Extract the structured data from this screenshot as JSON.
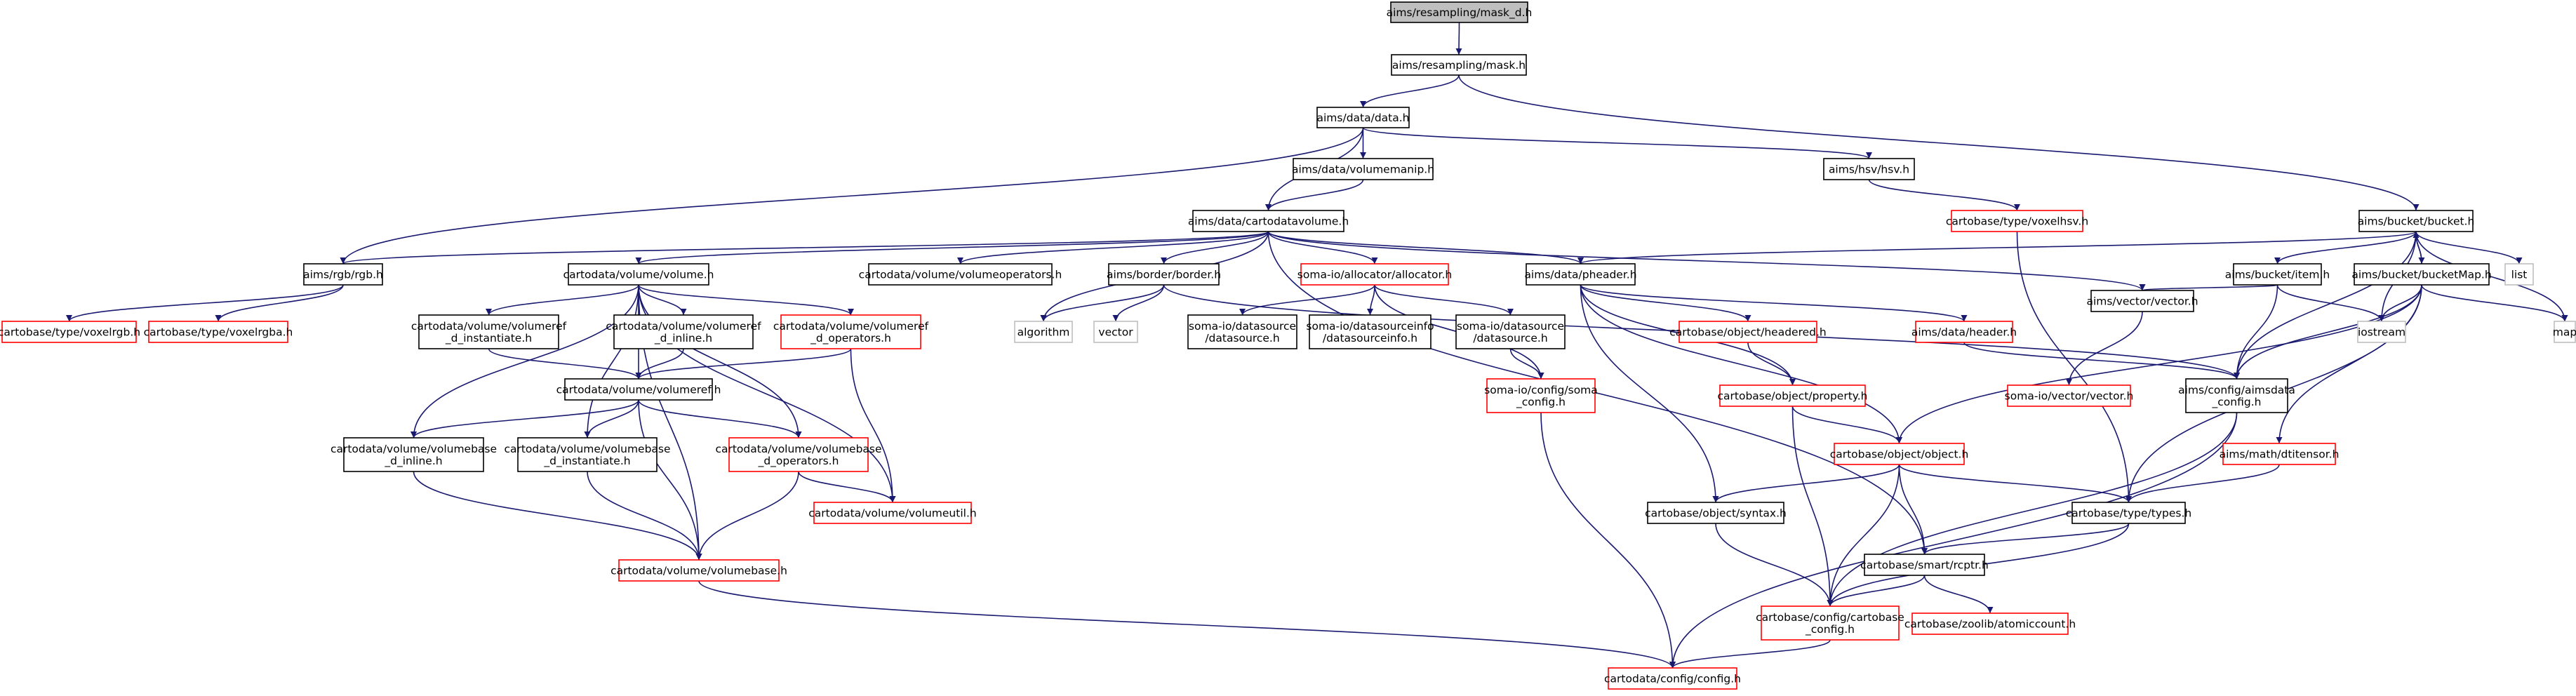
{
  "graph": {
    "colors": {
      "normal_border": "#000000",
      "missing_border": "#ff0000",
      "external_border": "#bfbfbf",
      "root_fill": "#bfbfbf",
      "node_fill": "#ffffff",
      "edge": "#191970",
      "text": "#000000"
    },
    "nodes": [
      {
        "id": "mask_d",
        "kind": "root",
        "lines": [
          "aims/resampling/mask_d.h"
        ]
      },
      {
        "id": "mask",
        "kind": "normal",
        "lines": [
          "aims/resampling/mask.h"
        ]
      },
      {
        "id": "data",
        "kind": "normal",
        "lines": [
          "aims/data/data.h"
        ]
      },
      {
        "id": "volumemanip",
        "kind": "normal",
        "lines": [
          "aims/data/volumemanip.h"
        ]
      },
      {
        "id": "hsv",
        "kind": "normal",
        "lines": [
          "aims/hsv/hsv.h"
        ]
      },
      {
        "id": "voxelhsv",
        "kind": "missing",
        "lines": [
          "cartobase/type/voxelhsv.h"
        ]
      },
      {
        "id": "cartodatavolume",
        "kind": "normal",
        "lines": [
          "aims/data/cartodatavolume.h"
        ]
      },
      {
        "id": "bucket",
        "kind": "normal",
        "lines": [
          "aims/bucket/bucket.h"
        ]
      },
      {
        "id": "rgb",
        "kind": "normal",
        "lines": [
          "aims/rgb/rgb.h"
        ]
      },
      {
        "id": "voxelrgb",
        "kind": "missing",
        "lines": [
          "cartobase/type/voxelrgb.h"
        ]
      },
      {
        "id": "voxelrgba",
        "kind": "missing",
        "lines": [
          "cartobase/type/voxelrgba.h"
        ]
      },
      {
        "id": "volume",
        "kind": "normal",
        "lines": [
          "cartodata/volume/volume.h"
        ]
      },
      {
        "id": "volumeoperators",
        "kind": "normal",
        "lines": [
          "cartodata/volume/volumeoperators.h"
        ]
      },
      {
        "id": "border",
        "kind": "normal",
        "lines": [
          "aims/border/border.h"
        ]
      },
      {
        "id": "allocator",
        "kind": "missing",
        "lines": [
          "soma-io/allocator/allocator.h"
        ]
      },
      {
        "id": "pheader",
        "kind": "normal",
        "lines": [
          "aims/data/pheader.h"
        ]
      },
      {
        "id": "vector",
        "kind": "normal",
        "lines": [
          "aims/vector/vector.h"
        ]
      },
      {
        "id": "bucketitem",
        "kind": "normal",
        "lines": [
          "aims/bucket/item.h"
        ]
      },
      {
        "id": "bucketmap",
        "kind": "normal",
        "lines": [
          "aims/bucket/bucketMap.h"
        ]
      },
      {
        "id": "list",
        "kind": "external",
        "lines": [
          "list"
        ]
      },
      {
        "id": "map",
        "kind": "external",
        "lines": [
          "map"
        ]
      },
      {
        "id": "iostream",
        "kind": "external",
        "lines": [
          "iostream"
        ]
      },
      {
        "id": "algorithm",
        "kind": "external",
        "lines": [
          "algorithm"
        ]
      },
      {
        "id": "vector_std",
        "kind": "external",
        "lines": [
          "vector"
        ]
      },
      {
        "id": "vref_inst",
        "kind": "normal",
        "lines": [
          "cartodata/volume/volumeref",
          "_d_instantiate.h"
        ]
      },
      {
        "id": "vref_inline",
        "kind": "normal",
        "lines": [
          "cartodata/volume/volumeref",
          "_d_inline.h"
        ]
      },
      {
        "id": "vref_ops",
        "kind": "missing",
        "lines": [
          "cartodata/volume/volumeref",
          "_d_operators.h"
        ]
      },
      {
        "id": "datasource",
        "kind": "normal",
        "lines": [
          "soma-io/datasource",
          "/datasource.h"
        ]
      },
      {
        "id": "datasourceinfo",
        "kind": "normal",
        "lines": [
          "soma-io/datasourceinfo",
          "/datasourceinfo.h"
        ]
      },
      {
        "id": "ds_datasource",
        "kind": "normal",
        "lines": [
          "soma-io/datasource",
          "/datasource.h"
        ]
      },
      {
        "id": "headered",
        "kind": "missing",
        "lines": [
          "cartobase/object/headered.h"
        ]
      },
      {
        "id": "aimsheader",
        "kind": "missing",
        "lines": [
          "aims/data/header.h"
        ]
      },
      {
        "id": "somavector",
        "kind": "missing",
        "lines": [
          "soma-io/vector/vector.h"
        ]
      },
      {
        "id": "aimsdata_config",
        "kind": "normal",
        "lines": [
          "aims/config/aimsdata",
          "_config.h"
        ]
      },
      {
        "id": "volumeref",
        "kind": "normal",
        "lines": [
          "cartodata/volume/volumeref.h"
        ]
      },
      {
        "id": "soma_config",
        "kind": "missing",
        "lines": [
          "soma-io/config/soma",
          "_config.h"
        ]
      },
      {
        "id": "property",
        "kind": "missing",
        "lines": [
          "cartobase/object/property.h"
        ]
      },
      {
        "id": "vbase_inline",
        "kind": "normal",
        "lines": [
          "cartodata/volume/volumebase",
          "_d_inline.h"
        ]
      },
      {
        "id": "vbase_inst",
        "kind": "normal",
        "lines": [
          "cartodata/volume/volumebase",
          "_d_instantiate.h"
        ]
      },
      {
        "id": "vbase_ops",
        "kind": "missing",
        "lines": [
          "cartodata/volume/volumebase",
          "_d_operators.h"
        ]
      },
      {
        "id": "object",
        "kind": "missing",
        "lines": [
          "cartobase/object/object.h"
        ]
      },
      {
        "id": "dtitensor",
        "kind": "missing",
        "lines": [
          "aims/math/dtitensor.h"
        ]
      },
      {
        "id": "volumeutil",
        "kind": "missing",
        "lines": [
          "cartodata/volume/volumeutil.h"
        ]
      },
      {
        "id": "syntax",
        "kind": "normal",
        "lines": [
          "cartobase/object/syntax.h"
        ]
      },
      {
        "id": "types",
        "kind": "normal",
        "lines": [
          "cartobase/type/types.h"
        ]
      },
      {
        "id": "volumebase",
        "kind": "missing",
        "lines": [
          "cartodata/volume/volumebase.h"
        ]
      },
      {
        "id": "rcptr",
        "kind": "normal",
        "lines": [
          "cartobase/smart/rcptr.h"
        ]
      },
      {
        "id": "cartobase_config",
        "kind": "missing",
        "lines": [
          "cartobase/config/cartobase",
          "_config.h"
        ]
      },
      {
        "id": "atomiccount",
        "kind": "missing",
        "lines": [
          "cartobase/zoolib/atomiccount.h"
        ]
      },
      {
        "id": "cartodata_config",
        "kind": "missing",
        "lines": [
          "cartodata/config/config.h"
        ]
      }
    ],
    "edges": [
      [
        "mask_d",
        "mask"
      ],
      [
        "mask",
        "data"
      ],
      [
        "mask",
        "bucket"
      ],
      [
        "data",
        "rgb"
      ],
      [
        "data",
        "cartodatavolume"
      ],
      [
        "data",
        "volumemanip"
      ],
      [
        "data",
        "hsv"
      ],
      [
        "volumemanip",
        "cartodatavolume"
      ],
      [
        "hsv",
        "voxelhsv"
      ],
      [
        "voxelhsv",
        "types"
      ],
      [
        "cartodatavolume",
        "rgb"
      ],
      [
        "cartodatavolume",
        "volume"
      ],
      [
        "cartodatavolume",
        "volumeoperators"
      ],
      [
        "cartodatavolume",
        "border"
      ],
      [
        "cartodatavolume",
        "allocator"
      ],
      [
        "cartodatavolume",
        "pheader"
      ],
      [
        "cartodatavolume",
        "vector"
      ],
      [
        "cartodatavolume",
        "rcptr"
      ],
      [
        "cartodatavolume",
        "algorithm"
      ],
      [
        "rgb",
        "voxelrgb"
      ],
      [
        "rgb",
        "voxelrgba"
      ],
      [
        "volume",
        "vref_inst"
      ],
      [
        "volume",
        "vref_inline"
      ],
      [
        "volume",
        "vref_ops"
      ],
      [
        "volume",
        "volumeref"
      ],
      [
        "volume",
        "vbase_inline"
      ],
      [
        "volume",
        "vbase_inst"
      ],
      [
        "volume",
        "vbase_ops"
      ],
      [
        "volume",
        "volumeutil"
      ],
      [
        "volume",
        "volumebase"
      ],
      [
        "vref_inst",
        "volumeref"
      ],
      [
        "vref_inline",
        "volumeref"
      ],
      [
        "vref_ops",
        "volumeref"
      ],
      [
        "vref_ops",
        "volumeutil"
      ],
      [
        "volumeref",
        "vbase_inline"
      ],
      [
        "volumeref",
        "vbase_inst"
      ],
      [
        "volumeref",
        "vbase_ops"
      ],
      [
        "volumeref",
        "volumebase"
      ],
      [
        "vbase_inline",
        "volumebase"
      ],
      [
        "vbase_inst",
        "volumebase"
      ],
      [
        "vbase_ops",
        "volumebase"
      ],
      [
        "vbase_ops",
        "volumeutil"
      ],
      [
        "volumebase",
        "cartodata_config"
      ],
      [
        "border",
        "algorithm"
      ],
      [
        "border",
        "vector_std"
      ],
      [
        "border",
        "aimsdata_config"
      ],
      [
        "allocator",
        "datasource"
      ],
      [
        "allocator",
        "datasourceinfo"
      ],
      [
        "allocator",
        "ds_datasource"
      ],
      [
        "allocator",
        "soma_config"
      ],
      [
        "ds_datasource",
        "soma_config"
      ],
      [
        "soma_config",
        "cartodata_config"
      ],
      [
        "pheader",
        "headered"
      ],
      [
        "pheader",
        "aimsheader"
      ],
      [
        "pheader",
        "property"
      ],
      [
        "pheader",
        "object"
      ],
      [
        "pheader",
        "syntax"
      ],
      [
        "headered",
        "property"
      ],
      [
        "aimsheader",
        "aimsdata_config"
      ],
      [
        "property",
        "object"
      ],
      [
        "property",
        "cartobase_config"
      ],
      [
        "object",
        "syntax"
      ],
      [
        "object",
        "types"
      ],
      [
        "object",
        "rcptr"
      ],
      [
        "object",
        "cartobase_config"
      ],
      [
        "syntax",
        "cartobase_config"
      ],
      [
        "types",
        "rcptr"
      ],
      [
        "types",
        "cartobase_config"
      ],
      [
        "rcptr",
        "cartobase_config"
      ],
      [
        "rcptr",
        "atomiccount"
      ],
      [
        "cartobase_config",
        "cartodata_config"
      ],
      [
        "vector",
        "somavector"
      ],
      [
        "bucket",
        "pheader"
      ],
      [
        "bucket",
        "bucketitem"
      ],
      [
        "bucket",
        "bucketmap"
      ],
      [
        "bucket",
        "list"
      ],
      [
        "bucket",
        "map"
      ],
      [
        "bucket",
        "iostream"
      ],
      [
        "bucket",
        "aimsdata_config"
      ],
      [
        "bucketitem",
        "vector"
      ],
      [
        "bucketitem",
        "aimsdata_config"
      ],
      [
        "bucketitem",
        "iostream"
      ],
      [
        "bucketmap",
        "bucket"
      ],
      [
        "bucketmap",
        "map"
      ],
      [
        "bucketmap",
        "iostream"
      ],
      [
        "bucketmap",
        "aimsdata_config"
      ],
      [
        "bucketmap",
        "dtitensor"
      ],
      [
        "bucketmap",
        "object"
      ],
      [
        "bucketmap",
        "types"
      ],
      [
        "dtitensor",
        "types"
      ],
      [
        "aimsdata_config",
        "cartodata_config"
      ],
      [
        "aimsdata_config",
        "cartobase_config"
      ]
    ]
  }
}
